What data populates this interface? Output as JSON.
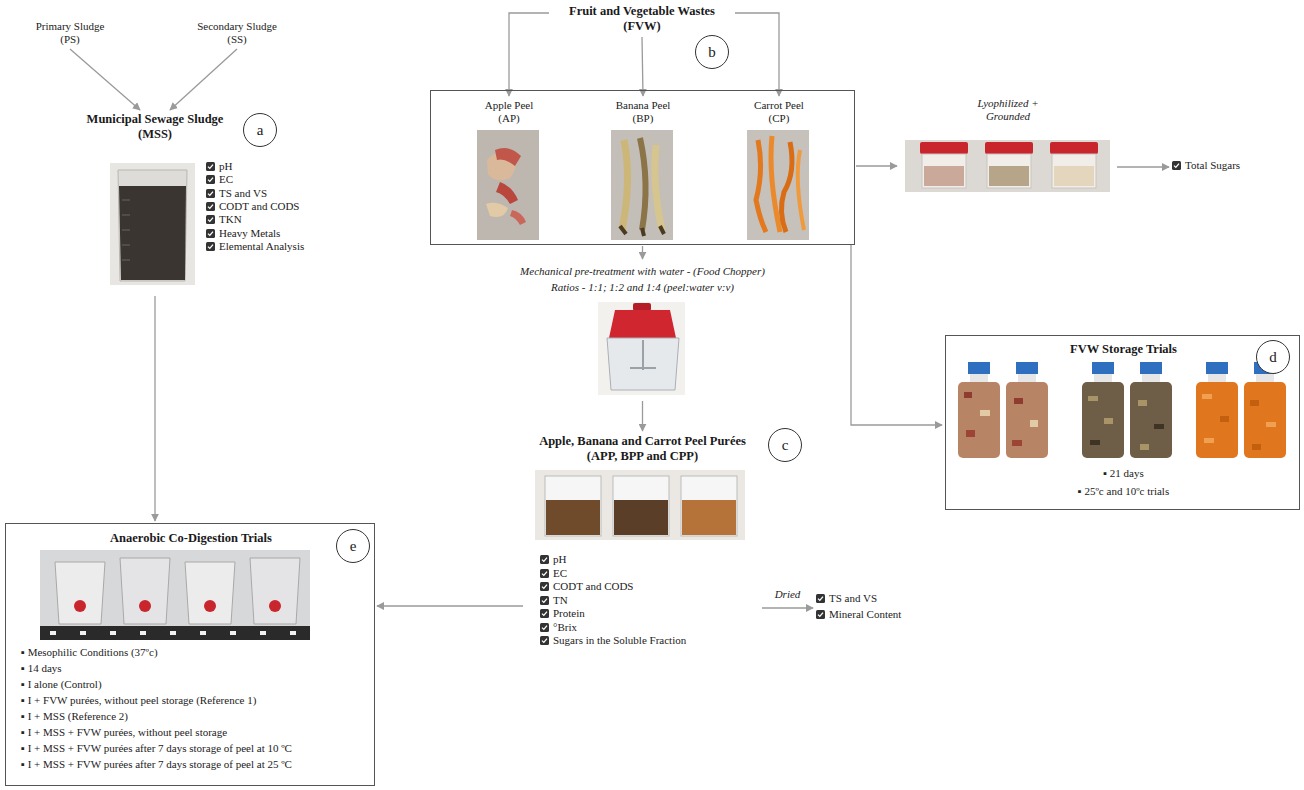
{
  "diagram": {
    "nodes": [
      {
        "text": [
          "Primary Sludge (PS)"
        ]
      },
      {
        "text": [
          "Secondary Sludge (SS)"
        ]
      },
      {
        "text": [
          "Fruit and Vegetable Wastes (FVW)"
        ]
      },
      {
        "text": [
          "b"
        ]
      },
      {
        "text": [
          "Municipal Sewage Sludge (MSS)"
        ]
      },
      {
        "text": [
          "a"
        ],
        "in": 4
      },
      {
        "text": []
      },
      {
        "text": [
          "Apple Peel (AP)"
        ],
        "in": 6
      },
      {
        "text": [
          "Banana Peel (BP)"
        ],
        "in": 6
      },
      {
        "text": [
          "Carrot Peel (CP)"
        ],
        "in": 6
      },
      {
        "text": [
          "Lyophilized + Grounded"
        ]
      },
      {
        "text": [
          "Total Sugars"
        ]
      },
      {
        "text": [
          "Mechanical pre-treatment with water - (Food Chopper)",
          "Ratios - 1:1; 1:2 and 1:4 (peel:water v:v)"
        ]
      },
      {
        "text": [
          "FVW Storage Trials",
          "▪ 21 days",
          "▪ 25ºc and 10ºc trials"
        ]
      },
      {
        "text": [
          "d"
        ],
        "in": 13
      },
      {
        "text": [
          "Apple, Banana and Carrot Peel Purées (APP, BPP and CPP)"
        ]
      },
      {
        "text": [
          "c"
        ]
      },
      {
        "text": [
          "TS and VS",
          "Mineral Content"
        ]
      },
      {
        "text": [
          "Anaerobic Co-Digestion Trials",
          "▪ Mesophilic Conditions (37ºc)",
          "▪ 14 days",
          "▪ I alone (Control)",
          "▪ I + FVW purées, without peel storage (Reference 1)",
          "▪ I + MSS (Reference 2)",
          "▪ I + MSS + FVW purées, without peel storage",
          "▪ I + MSS + FVW purées after 7 days storage of peel at 10 ºC",
          "▪ I + MSS + FVW purées after 7 days storage of peel at 25 ºC"
        ]
      },
      {
        "text": [
          "e"
        ],
        "in": 18
      }
    ],
    "edges": [
      {
        "from": 0,
        "to": 4,
        "arrow": "to"
      },
      {
        "from": 1,
        "to": 4,
        "arrow": "to"
      },
      {
        "from": 2,
        "to": 7,
        "arrow": "to"
      },
      {
        "from": 2,
        "to": 8,
        "arrow": "to"
      },
      {
        "from": 2,
        "to": 9,
        "arrow": "to"
      },
      {
        "from": 6,
        "to": 10,
        "arrow": "to"
      },
      {
        "from": 10,
        "to": 11,
        "arrow": "to"
      },
      {
        "from": 6,
        "to": 12,
        "arrow": "to"
      },
      {
        "from": 12,
        "to": 15,
        "arrow": "to"
      },
      {
        "from": 6,
        "to": 13,
        "arrow": "to"
      },
      {
        "from": 15,
        "to": 17,
        "label": "Dried",
        "arrow": "to"
      },
      {
        "from": 15,
        "to": 18,
        "arrow": "to"
      },
      {
        "from": 4,
        "to": 18,
        "arrow": "to"
      }
    ],
    "labels": [
      "pH",
      "EC",
      "TS and VS",
      "CODT and CODS",
      "TKN",
      "Heavy Metals",
      "Elemental Analysis",
      "pH",
      "EC",
      "CODT and CODS",
      "TN",
      "Protein",
      "°Brix",
      "Sugars in the Soluble Fraction"
    ]
  }
}
